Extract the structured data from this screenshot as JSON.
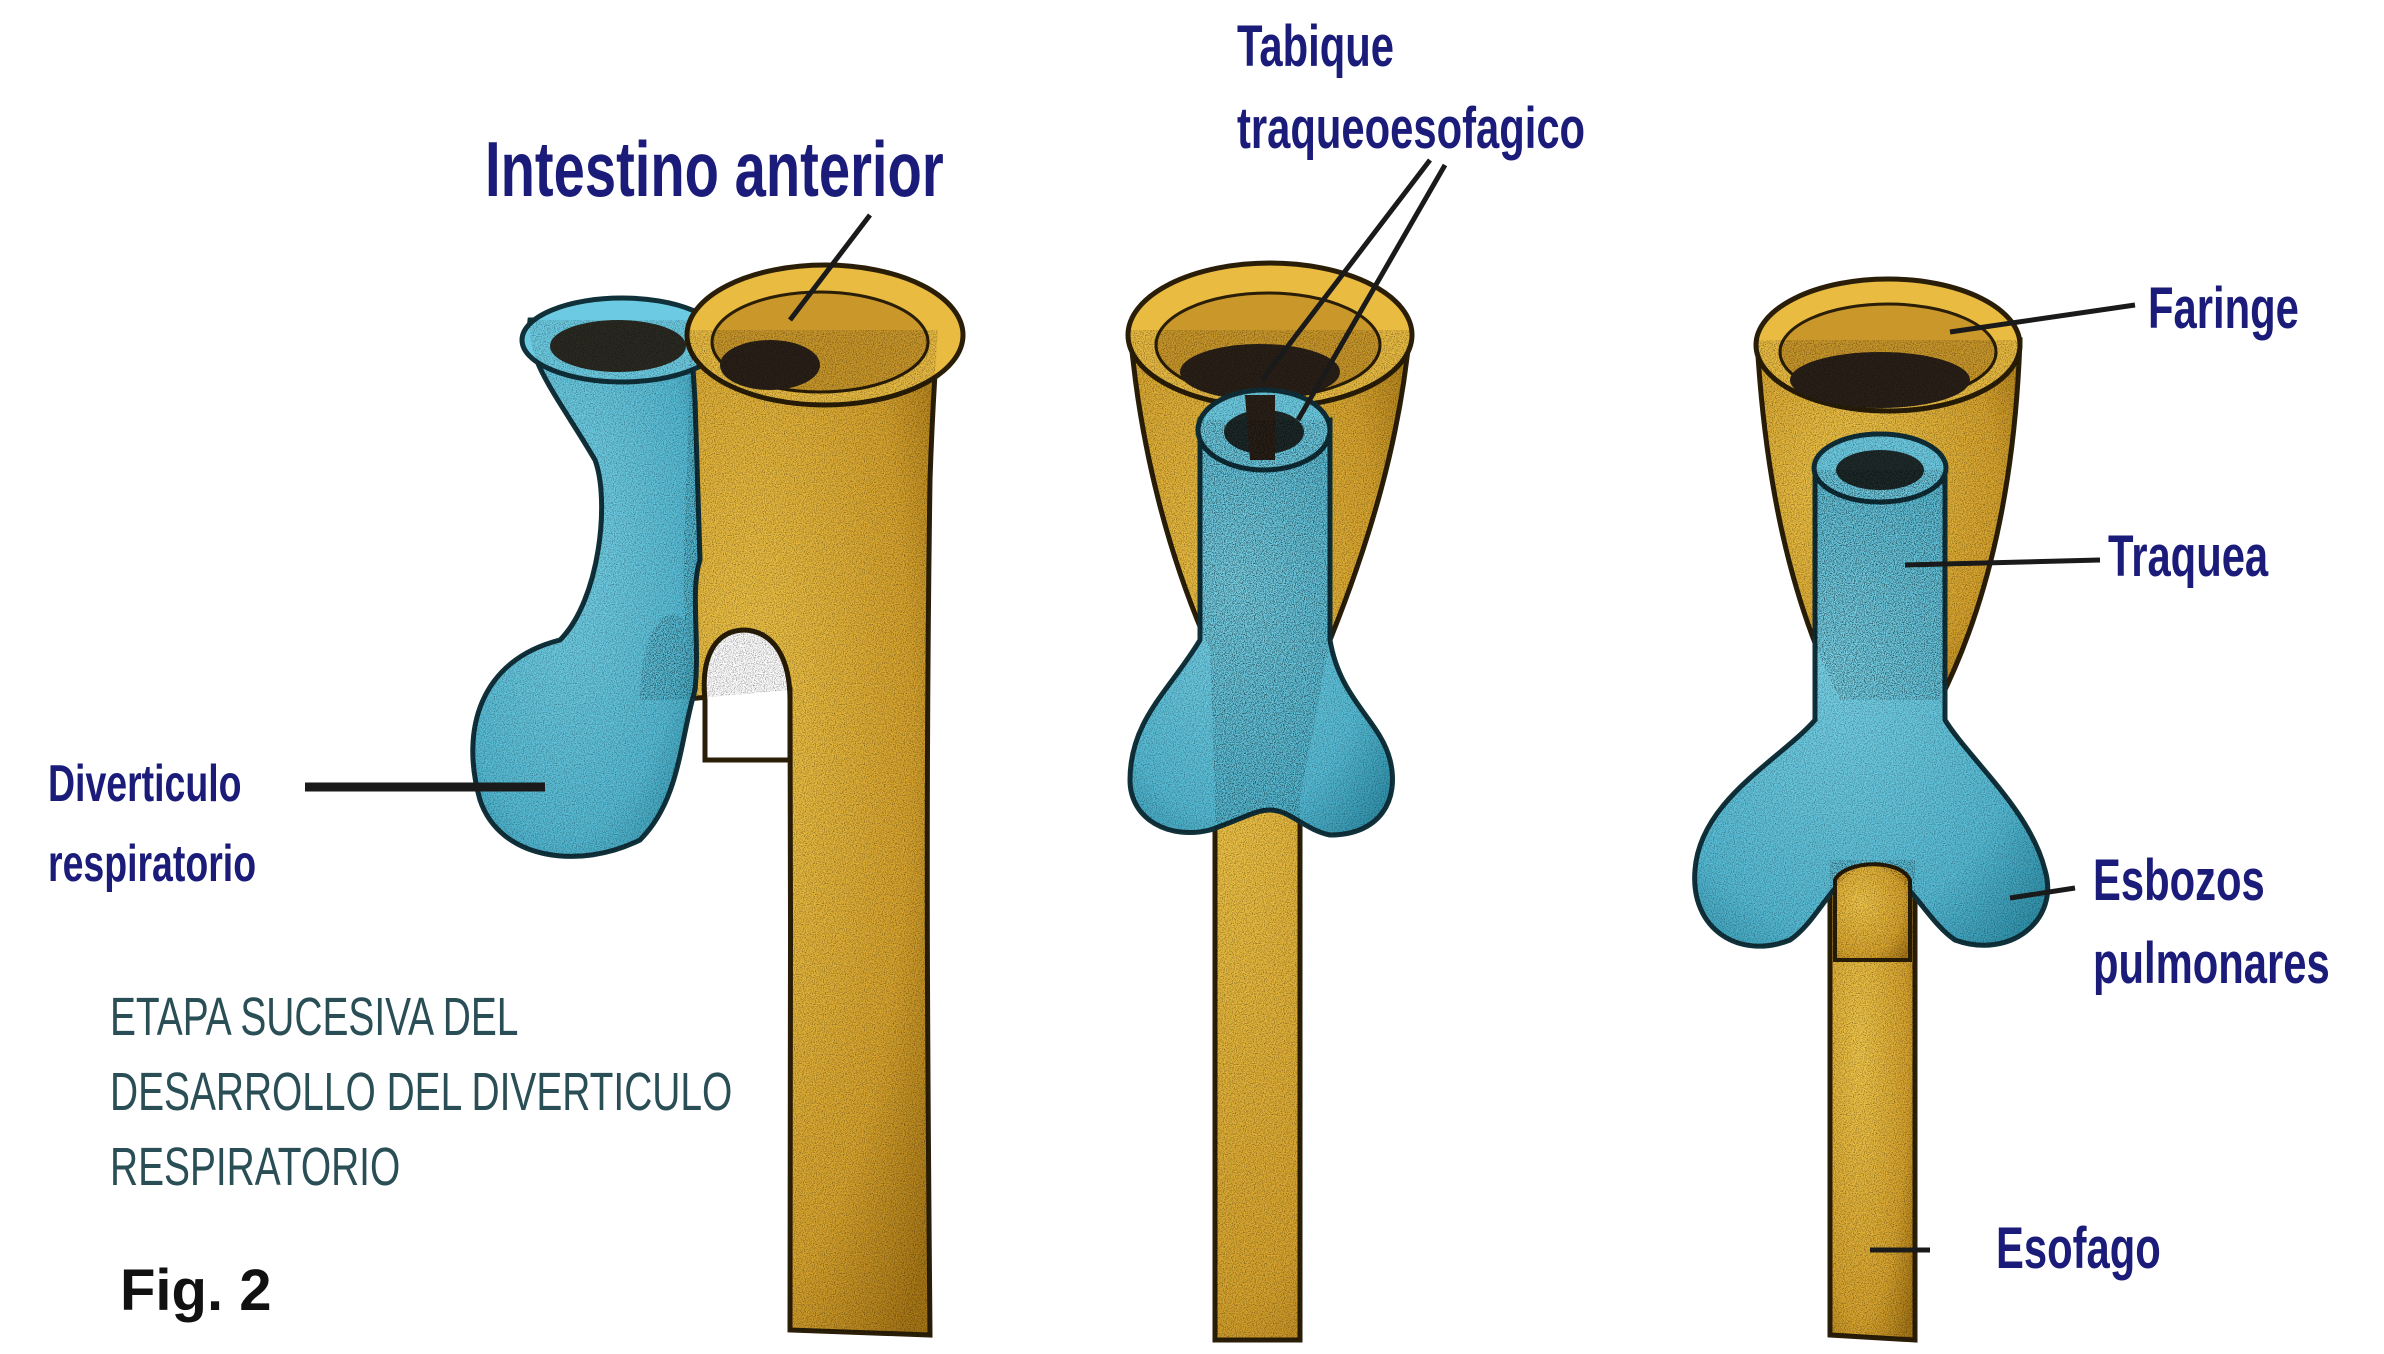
{
  "labels": {
    "intestino_anterior": "Intestino anterior",
    "tabique_line1": "Tabique",
    "tabique_line2": "traqueoesofagico",
    "faringe": "Faringe",
    "traquea": "Traquea",
    "esbozos_line1": "Esbozos",
    "esbozos_line2": "pulmonares",
    "esofago": "Esofago",
    "diverticulo_line1": "Diverticulo",
    "diverticulo_line2": "respiratorio"
  },
  "caption": {
    "line1": "ETAPA SUCESIVA DEL",
    "line2": "DESARROLLO DEL DIVERTICULO",
    "line3": "RESPIRATORIO"
  },
  "figure_number": "Fig. 2",
  "colors": {
    "yellow": "#e5b53a",
    "yellow_dark": "#8a5e10",
    "blue": "#5fc4dd",
    "blue_dark": "#1f6f86",
    "label_navy": "#1b1b7a",
    "caption_teal": "#2a4e55"
  }
}
